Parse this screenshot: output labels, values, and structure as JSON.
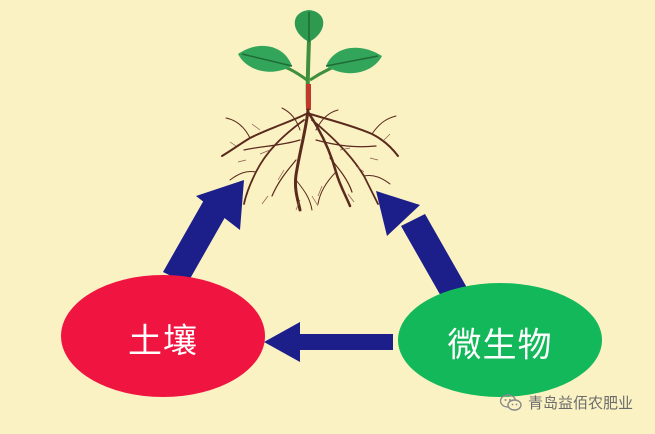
{
  "nodes": {
    "soil": {
      "label": "土壤",
      "color": "#f01440"
    },
    "microbe": {
      "label": "微生物",
      "color": "#12b85a"
    }
  },
  "plant": {
    "icon": "seedling-with-roots-icon"
  },
  "colors": {
    "background": "#fbf2c4",
    "arrow": "#1c1f8a",
    "leaf": "#2e9a4f",
    "root": "#5a2a1c"
  },
  "watermark": {
    "icon": "wechat-icon",
    "text": "青岛益佰农肥业"
  }
}
